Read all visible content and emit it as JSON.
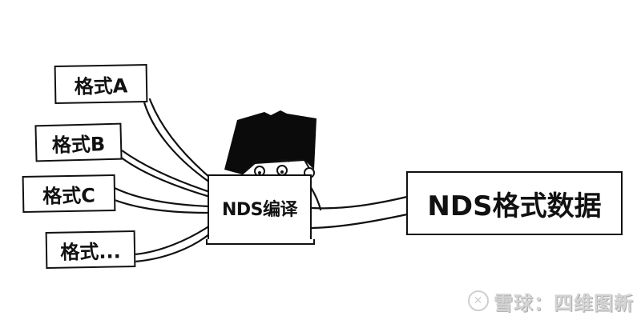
{
  "diagram": {
    "sources": [
      {
        "label": "格式A"
      },
      {
        "label": "格式B"
      },
      {
        "label": "格式C"
      },
      {
        "label": "格式..."
      }
    ],
    "compiler": {
      "label": "NDS编译"
    },
    "output": {
      "label": "NDS格式数据"
    },
    "colors": {
      "line": "#111111",
      "background": "#ffffff",
      "watermark": "#d4d4d4"
    }
  },
  "watermark": {
    "logo_icon": "xueqiu-logo-icon",
    "logo_glyph": "✕",
    "text": "雪球：四维图新"
  }
}
